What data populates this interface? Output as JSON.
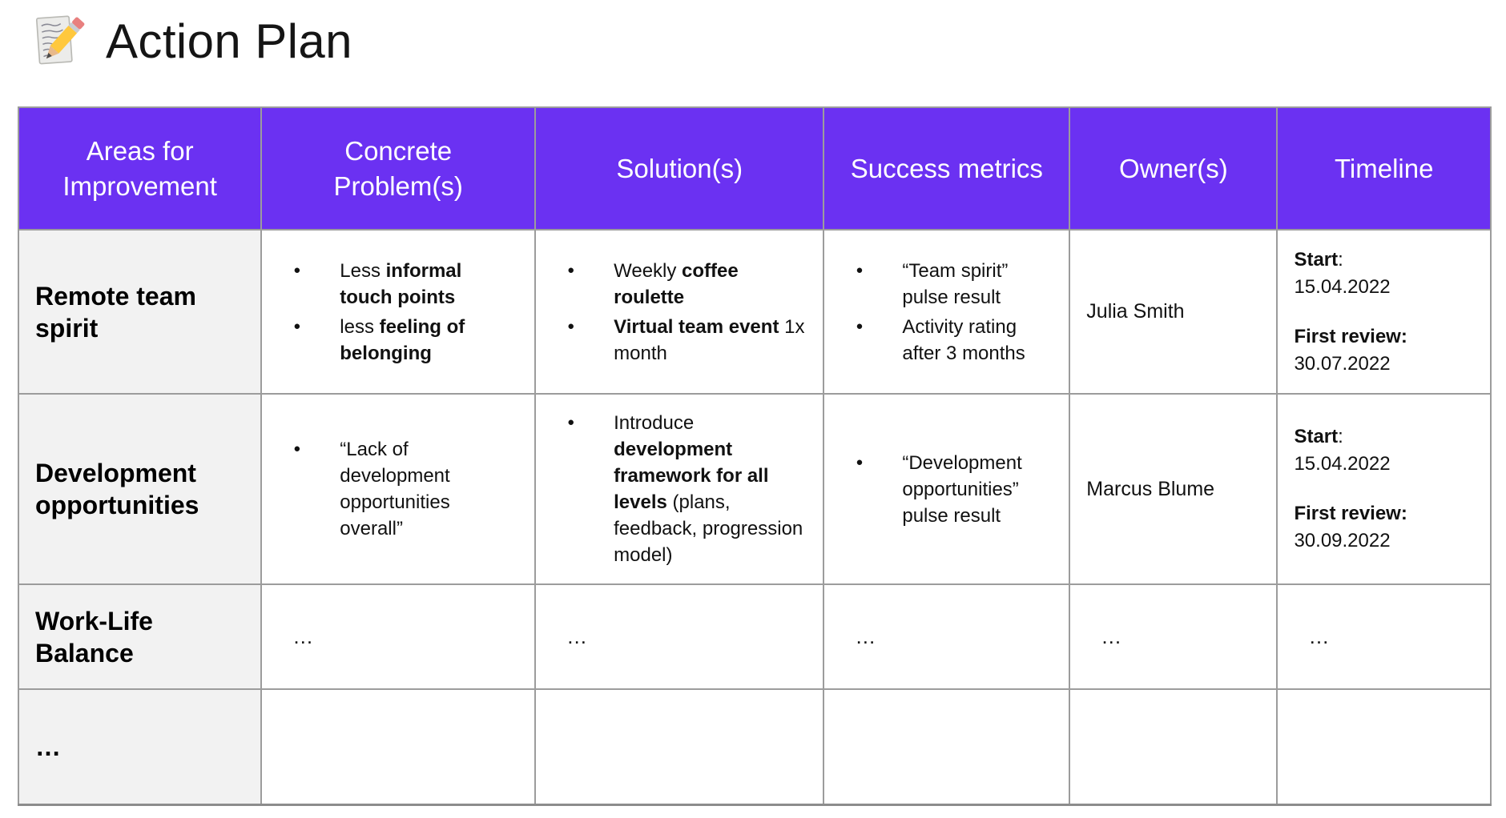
{
  "page": {
    "title": "Action Plan",
    "title_icon": "memo-icon"
  },
  "colors": {
    "header_bg": "#6B31F2",
    "header_text": "#FFFFFF",
    "label_bg": "#F2F2F2",
    "border": "#9C9C9C",
    "border_dark": "#8C8C8C",
    "text": "#111111"
  },
  "table": {
    "columns": [
      {
        "label": "Areas for Improvement"
      },
      {
        "label": "Concrete Problem(s)"
      },
      {
        "label": "Solution(s)"
      },
      {
        "label": "Success metrics"
      },
      {
        "label": "Owner(s)"
      },
      {
        "label": "Timeline"
      }
    ],
    "rows": [
      {
        "label": "Remote team spirit",
        "cells": [
          {
            "type": "bullets",
            "items": [
              [
                {
                  "t": "Less ",
                  "b": false
                },
                {
                  "t": "informal touch points",
                  "b": true
                }
              ],
              [
                {
                  "t": "less ",
                  "b": false
                },
                {
                  "t": "feeling of belonging",
                  "b": true
                }
              ]
            ]
          },
          {
            "type": "bullets",
            "items": [
              [
                {
                  "t": "Weekly ",
                  "b": false
                },
                {
                  "t": "coffee roulette",
                  "b": true
                }
              ],
              [
                {
                  "t": "Virtual team event",
                  "b": true
                },
                {
                  "t": " 1x month",
                  "b": false
                }
              ]
            ]
          },
          {
            "type": "bullets",
            "items": [
              [
                {
                  "t": "“Team spirit” pulse result",
                  "b": false
                }
              ],
              [
                {
                  "t": "Activity rating after 3 months",
                  "b": false
                }
              ]
            ]
          },
          {
            "type": "text",
            "text": "Julia Smith"
          },
          {
            "type": "paras",
            "paras": [
              [
                {
                  "t": "Start",
                  "b": true
                },
                {
                  "t": ":\n15.04.2022",
                  "b": false
                }
              ],
              [
                {
                  "t": "First review:",
                  "b": true
                },
                {
                  "t": "\n30.07.2022",
                  "b": false
                }
              ]
            ]
          }
        ]
      },
      {
        "label": "Development opportunities",
        "cells": [
          {
            "type": "bullets",
            "items": [
              [
                {
                  "t": "“Lack of development opportunities overall”",
                  "b": false
                }
              ]
            ]
          },
          {
            "type": "bullets",
            "items": [
              [
                {
                  "t": "Introduce ",
                  "b": false
                },
                {
                  "t": "development framework for all levels",
                  "b": true
                },
                {
                  "t": " (plans, feedback, progression model)",
                  "b": false
                }
              ]
            ]
          },
          {
            "type": "bullets",
            "items": [
              [
                {
                  "t": "“Development opportunities” pulse result",
                  "b": false
                }
              ]
            ]
          },
          {
            "type": "text",
            "text": "Marcus Blume"
          },
          {
            "type": "paras",
            "paras": [
              [
                {
                  "t": "Start",
                  "b": true
                },
                {
                  "t": ":\n15.04.2022",
                  "b": false
                }
              ],
              [
                {
                  "t": "First review:",
                  "b": true
                },
                {
                  "t": "\n30.09.2022",
                  "b": false
                }
              ]
            ]
          }
        ]
      },
      {
        "label": "Work-Life Balance",
        "cells": [
          {
            "type": "ellipsis",
            "text": "…"
          },
          {
            "type": "ellipsis",
            "text": "…"
          },
          {
            "type": "ellipsis",
            "text": "…"
          },
          {
            "type": "ellipsis",
            "text": "…"
          },
          {
            "type": "ellipsis",
            "text": "…"
          }
        ]
      },
      {
        "label": "…",
        "cells": [
          {
            "type": "empty"
          },
          {
            "type": "empty"
          },
          {
            "type": "empty"
          },
          {
            "type": "empty"
          },
          {
            "type": "empty"
          }
        ]
      }
    ]
  }
}
